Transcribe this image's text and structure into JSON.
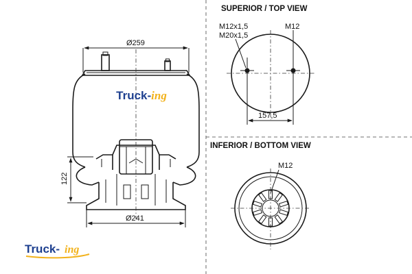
{
  "views": {
    "top_title": "SUPERIOR / TOP VIEW",
    "bottom_title": "INFERIOR / BOTTOM VIEW"
  },
  "side_view": {
    "top_diameter": "Ø259",
    "bottom_diameter": "Ø241",
    "height": "122"
  },
  "top_view": {
    "thread_left_1": "M12x1,5",
    "thread_left_2": "M20x1,5",
    "thread_right": "M12",
    "spacing": "157,5"
  },
  "bottom_view": {
    "thread": "M12"
  },
  "brand": {
    "part1": "Truck-",
    "part2": "ing"
  },
  "colors": {
    "brand_blue": "#1d3f8f",
    "brand_yellow": "#f2b21c"
  }
}
